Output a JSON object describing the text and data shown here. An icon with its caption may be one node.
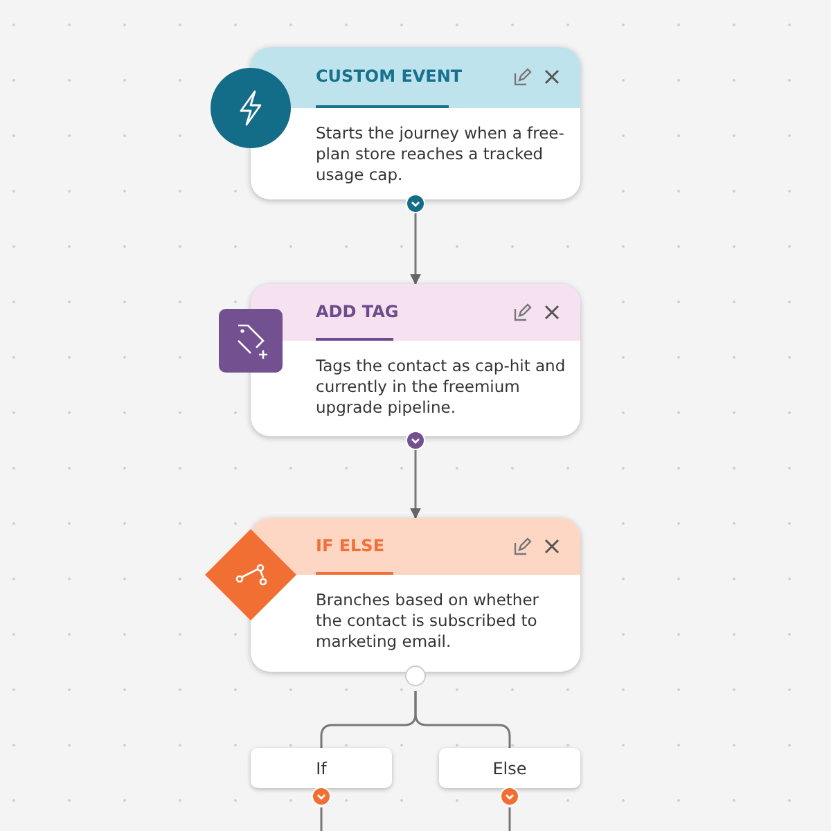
{
  "diagram": {
    "nodes": [
      {
        "text": [
          "CUSTOM EVENT",
          "Starts the journey when a free-plan store reaches a tracked usage cap."
        ]
      },
      {
        "text": [
          "ADD TAG",
          "Tags the contact as cap-hit and currently in the freemium upgrade pipeline."
        ]
      },
      {
        "text": [
          "IF ELSE",
          "Branches based on whether the contact is subscribed to marketing email."
        ]
      },
      {
        "text": [
          "If"
        ]
      },
      {
        "text": [
          "Else"
        ]
      }
    ],
    "edges": [
      {
        "from": 0,
        "to": 1,
        "arrow": "to"
      },
      {
        "from": 1,
        "to": 2,
        "arrow": "to"
      },
      {
        "from": 2,
        "to": 3,
        "arrow": "none"
      },
      {
        "from": 2,
        "to": 4,
        "arrow": "none"
      },
      {
        "from": 3,
        "to": null,
        "arrow": "none"
      },
      {
        "from": 4,
        "to": null,
        "arrow": "none"
      }
    ]
  }
}
